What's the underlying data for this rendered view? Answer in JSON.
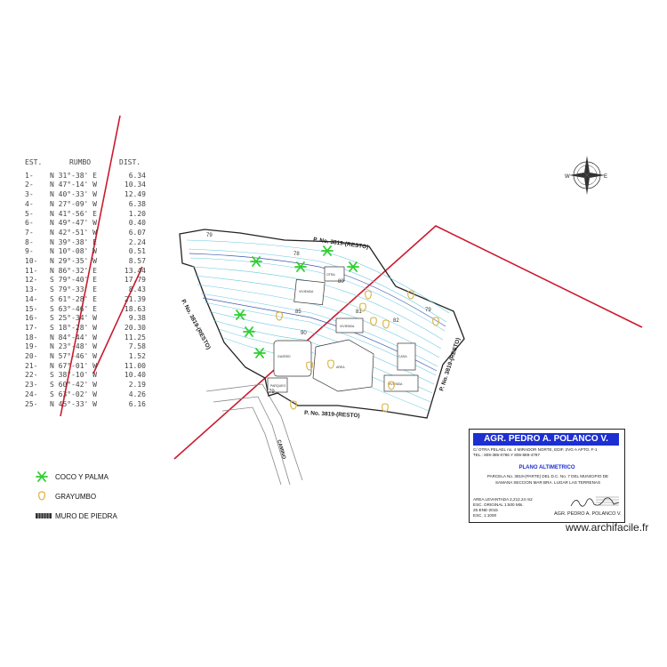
{
  "survey_table": {
    "headers": [
      "EST.",
      "RUMBO",
      "DIST."
    ],
    "rows": [
      [
        "1-",
        "N 31°-38' E",
        "6.34"
      ],
      [
        "2-",
        "N 47°-14' W",
        "10.34"
      ],
      [
        "3-",
        "N 40°-33' W",
        "12.49"
      ],
      [
        "4-",
        "N 27°-09' W",
        "6.38"
      ],
      [
        "5-",
        "N 41°-56' E",
        "1.20"
      ],
      [
        "6-",
        "N 49°-47' W",
        "0.40"
      ],
      [
        "7-",
        "N 42°-51' W",
        "6.07"
      ],
      [
        "8-",
        "N 39°-38' E",
        "2.24"
      ],
      [
        "9-",
        "N 10°-08' W",
        "0.51"
      ],
      [
        "10-",
        "N 29°-35' W",
        "8.57"
      ],
      [
        "11-",
        "N 86°-32' E",
        "13.44"
      ],
      [
        "12-",
        "S 79°-40' E",
        "17.79"
      ],
      [
        "13-",
        "S 79°-33' E",
        "8.43"
      ],
      [
        "14-",
        "S 61°-28' E",
        "21.39"
      ],
      [
        "15-",
        "S 63°-46' E",
        "18.63"
      ],
      [
        "16-",
        "S 25°-34' W",
        "9.38"
      ],
      [
        "17-",
        "S 18°-28' W",
        "20.30"
      ],
      [
        "18-",
        "N 84°-44' W",
        "11.25"
      ],
      [
        "19-",
        "N 23°-48' W",
        "7.58"
      ],
      [
        "20-",
        "N 57°-46' W",
        "1.52"
      ],
      [
        "21-",
        "N 67°-01' W",
        "11.00"
      ],
      [
        "22-",
        "S 38°-10' W",
        "10.40"
      ],
      [
        "23-",
        "S 60°-42' W",
        "2.19"
      ],
      [
        "24-",
        "S 63°-02' W",
        "4.26"
      ],
      [
        "25-",
        "N 45°-33' W",
        "6.16"
      ]
    ]
  },
  "labels": {
    "parcel_top": "P. No. 3819-(RESTO)",
    "parcel_left": "P. No. 3819-(RESTO)",
    "parcel_right": "P. No. 3819-(RESTO)",
    "parcel_bottom": "P. No. 3819-(RESTO)",
    "road": "CAMINO",
    "compass_w": "W",
    "compass_e": "E"
  },
  "legend": {
    "coco": "COCO Y PALMA",
    "grayumbo": "GRAYUMBO",
    "muro": "MURO DE PIEDRA"
  },
  "title_block": {
    "name": "AGR. PEDRO A. POLANCO V.",
    "address": "C/ OTRA PELAEL no. 4 MIRADOR NORTE, EDIF. 2VG A APTO. F-1",
    "phone": "TEL.: 809-385-0786 Y 809-889-4797",
    "subtitle": "PLANO ALTIMETRICO",
    "desc1": "PARCELA No. 3819-(PARTE) DEL D.C. No. 7 DEL MUNICIPIO DE",
    "desc2": "SAMANA SECCION MAR BRA. LUGAR LAS TERRENAS",
    "area": "AREA LEVANTADA 2,212.24 m2",
    "scale": "ESC. ORIGINAL 1:500 Mts.",
    "date": "25-ENE-2015",
    "sheet": "ESC. 1:1000",
    "signature_name": "AGR. PEDRO A. POLANCO V."
  },
  "watermark": "www.archifacile.fr",
  "colors": {
    "boundary": "#222222",
    "red_line": "#cc1a2e",
    "contour": "#66c8e0",
    "contour_dark": "#3e5ab0",
    "palm": "#2fce2f",
    "grayumbo": "#d9b340",
    "brand": "#1d2fd0"
  }
}
